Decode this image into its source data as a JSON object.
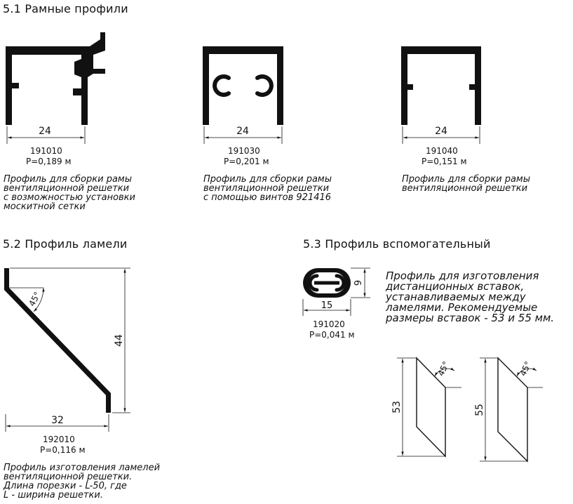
{
  "sections": {
    "frame_title": "5.1 Рамные профили",
    "lamel_title": "5.2 Профиль ламели",
    "aux_title": "5.3 Профиль вспомогательный"
  },
  "profiles": [
    {
      "dimension": "24",
      "code": "191010",
      "weight": "P=0,189 м",
      "description": "Профиль для сборки рамы\nвентиляционной решетки\nс возможностью установки\nмоскитной сетки"
    },
    {
      "dimension": "24",
      "code": "191030",
      "weight": "P=0,201 м",
      "description": "Профиль для сборки рамы\nвентиляционной решетки\nс помощью винтов 921416"
    },
    {
      "dimension": "24",
      "code": "191040",
      "weight": "P=0,151 м",
      "description": "Профиль для сборки рамы\nвентиляционной решетки"
    }
  ],
  "lamel": {
    "width": "32",
    "height": "44",
    "angle": "45°",
    "code": "192010",
    "weight": "P=0,116 м",
    "description": "Профиль изготовления ламелей\nвентиляционной решетки.\nДлина порезки - L-50, где\nL - ширина решетки."
  },
  "aux": {
    "width": "15",
    "height": "9",
    "code": "191020",
    "weight": "P=0,041 м",
    "description": "Профиль для изготовления\nдистанционных вставок,\nустанавливаемых между\nламелями. Рекомендуемые\nразмеры вставок - 53 и 55 мм.",
    "inserts": [
      {
        "height": "53",
        "angle": "45°"
      },
      {
        "height": "55",
        "angle": "45°"
      }
    ]
  },
  "colors": {
    "ink": "#111111",
    "background": "#ffffff"
  }
}
